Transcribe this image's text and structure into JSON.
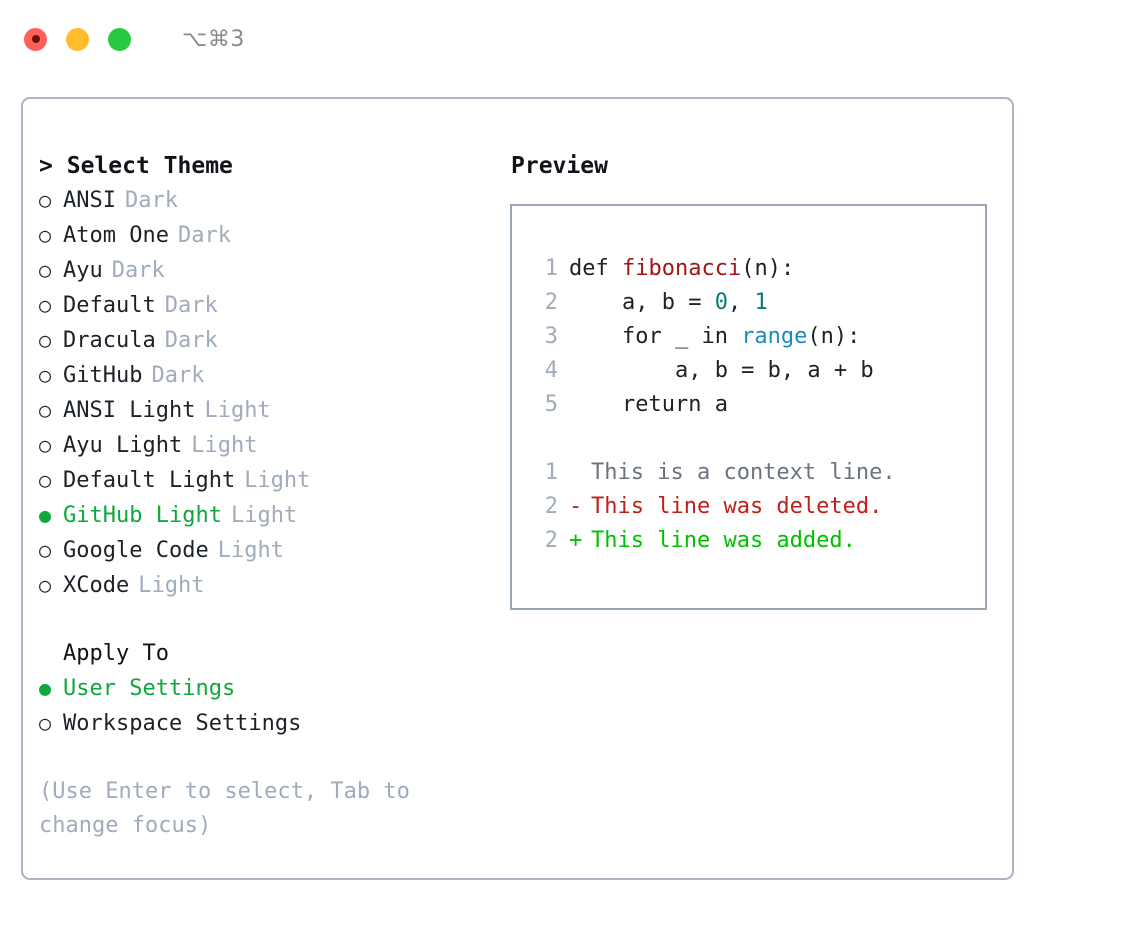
{
  "titlebar": {
    "traffic_lights": [
      "close",
      "minimize",
      "zoom"
    ],
    "shortcut": "⌥⌘3",
    "colors": {
      "close": "#ff6058",
      "minimize": "#ffbd2e",
      "zoom": "#28c840"
    }
  },
  "theme_pane": {
    "caret": ">",
    "heading": "Select Theme",
    "focused": true,
    "items": [
      {
        "marker": "○",
        "label": "ANSI",
        "badge": "Dark",
        "selected": false
      },
      {
        "marker": "○",
        "label": "Atom One",
        "badge": "Dark",
        "selected": false
      },
      {
        "marker": "○",
        "label": "Ayu",
        "badge": "Dark",
        "selected": false
      },
      {
        "marker": "○",
        "label": "Default",
        "badge": "Dark",
        "selected": false
      },
      {
        "marker": "○",
        "label": "Dracula",
        "badge": "Dark",
        "selected": false
      },
      {
        "marker": "○",
        "label": "GitHub",
        "badge": "Dark",
        "selected": false
      },
      {
        "marker": "○",
        "label": "ANSI Light",
        "badge": "Light",
        "selected": false
      },
      {
        "marker": "○",
        "label": "Ayu Light",
        "badge": "Light",
        "selected": false
      },
      {
        "marker": "○",
        "label": "Default Light",
        "badge": "Light",
        "selected": false
      },
      {
        "marker": "●",
        "label": "GitHub Light",
        "badge": "Light",
        "selected": true
      },
      {
        "marker": "○",
        "label": "Google Code",
        "badge": "Light",
        "selected": false
      },
      {
        "marker": "○",
        "label": "XCode",
        "badge": "Light",
        "selected": false
      }
    ]
  },
  "apply_to": {
    "heading": "Apply To",
    "items": [
      {
        "marker": "●",
        "label": "User Settings",
        "selected": true
      },
      {
        "marker": "○",
        "label": "Workspace Settings",
        "selected": false
      }
    ]
  },
  "hint": "(Use Enter to select, Tab to change focus)",
  "preview_pane": {
    "heading": "Preview",
    "focused": false,
    "code_lines": [
      {
        "lineno": "1",
        "segments": [
          {
            "text": "def ",
            "type": "plain"
          },
          {
            "text": "fibonacci",
            "type": "func"
          },
          {
            "text": "(n):",
            "type": "plain"
          }
        ]
      },
      {
        "lineno": "2",
        "segments": [
          {
            "text": "    a, b = ",
            "type": "plain"
          },
          {
            "text": "0",
            "type": "num"
          },
          {
            "text": ", ",
            "type": "plain"
          },
          {
            "text": "1",
            "type": "num"
          }
        ]
      },
      {
        "lineno": "3",
        "segments": [
          {
            "text": "    for _ in ",
            "type": "plain"
          },
          {
            "text": "range",
            "type": "call"
          },
          {
            "text": "(n):",
            "type": "plain"
          }
        ]
      },
      {
        "lineno": "4",
        "segments": [
          {
            "text": "        a, b = b, a + b",
            "type": "plain"
          }
        ]
      },
      {
        "lineno": "5",
        "segments": [
          {
            "text": "    return a",
            "type": "plain"
          }
        ]
      }
    ],
    "diff_lines": [
      {
        "lineno": "1",
        "marker": " ",
        "text": "This is a context line.",
        "kind": "context"
      },
      {
        "lineno": "2",
        "marker": "-",
        "text": "This line was deleted.",
        "kind": "del"
      },
      {
        "lineno": "2",
        "marker": "+",
        "text": "This line was added.",
        "kind": "add"
      }
    ]
  },
  "colors": {
    "selected_green": "#0fa83c",
    "badge_grey": "#a0abbb",
    "diff_add": "#00c000",
    "diff_del": "#c0201a",
    "syntax_func": "#a31515",
    "syntax_num": "#0b7a78",
    "syntax_call": "#1a8ac0",
    "card_border": "#aab4c2",
    "preview_border": "#9aa5b4"
  }
}
